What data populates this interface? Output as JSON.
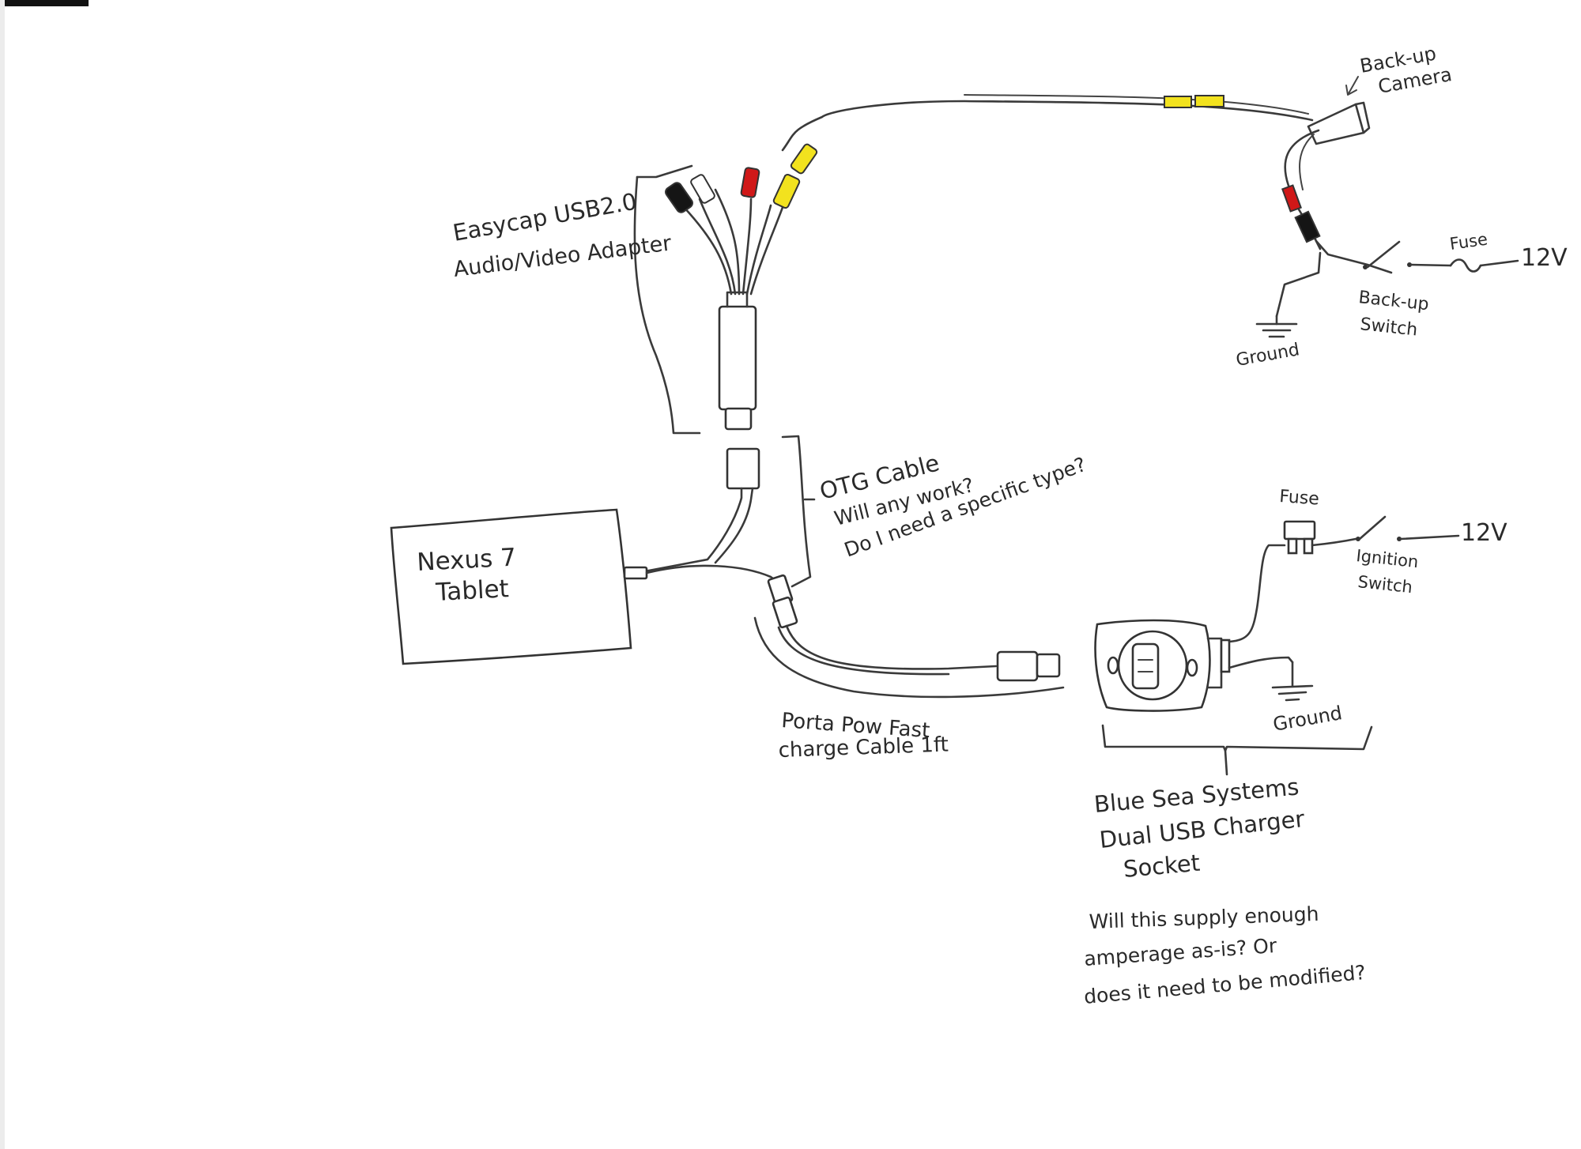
{
  "colors": {
    "paper": "#ffffff",
    "ink": "#2a2a2a",
    "red_plug": "#d01818",
    "yellow_plug": "#f2e21e",
    "black_plug": "#151515",
    "top_bar": "#111111",
    "left_margin": "#ececec"
  },
  "labels": {
    "backup_camera": [
      "Back-up",
      "Camera"
    ],
    "easycap": [
      "Easycap USB2.0",
      "Audio/Video Adapter"
    ],
    "fuse_top": "Fuse",
    "volts_top": "12V",
    "backup_switch": [
      "Back-up",
      "Switch"
    ],
    "ground_top": "Ground",
    "otg": [
      "OTG Cable",
      "Will any work?",
      "Do I need a specific type?"
    ],
    "nexus": [
      "Nexus 7",
      "Tablet"
    ],
    "fuse_bottom": "Fuse",
    "volts_bottom": "12V",
    "ignition_switch": [
      "Ignition",
      "Switch"
    ],
    "porta_pow": [
      "Porta Pow Fast",
      "charge Cable 1ft"
    ],
    "ground_bottom": "Ground",
    "blue_sea": [
      "Blue Sea Systems",
      "Dual USB Charger",
      "Socket"
    ],
    "question": [
      "Will this supply enough",
      "amperage as-is? Or",
      "does it need to be modified?"
    ]
  },
  "icons": {
    "ground_symbol": "ground-icon",
    "fuse_symbol": "fuse-icon",
    "switch_symbol": "switch-icon",
    "rca_plug": "rca-plug-icon",
    "usb_plug": "usb-plug-icon"
  }
}
